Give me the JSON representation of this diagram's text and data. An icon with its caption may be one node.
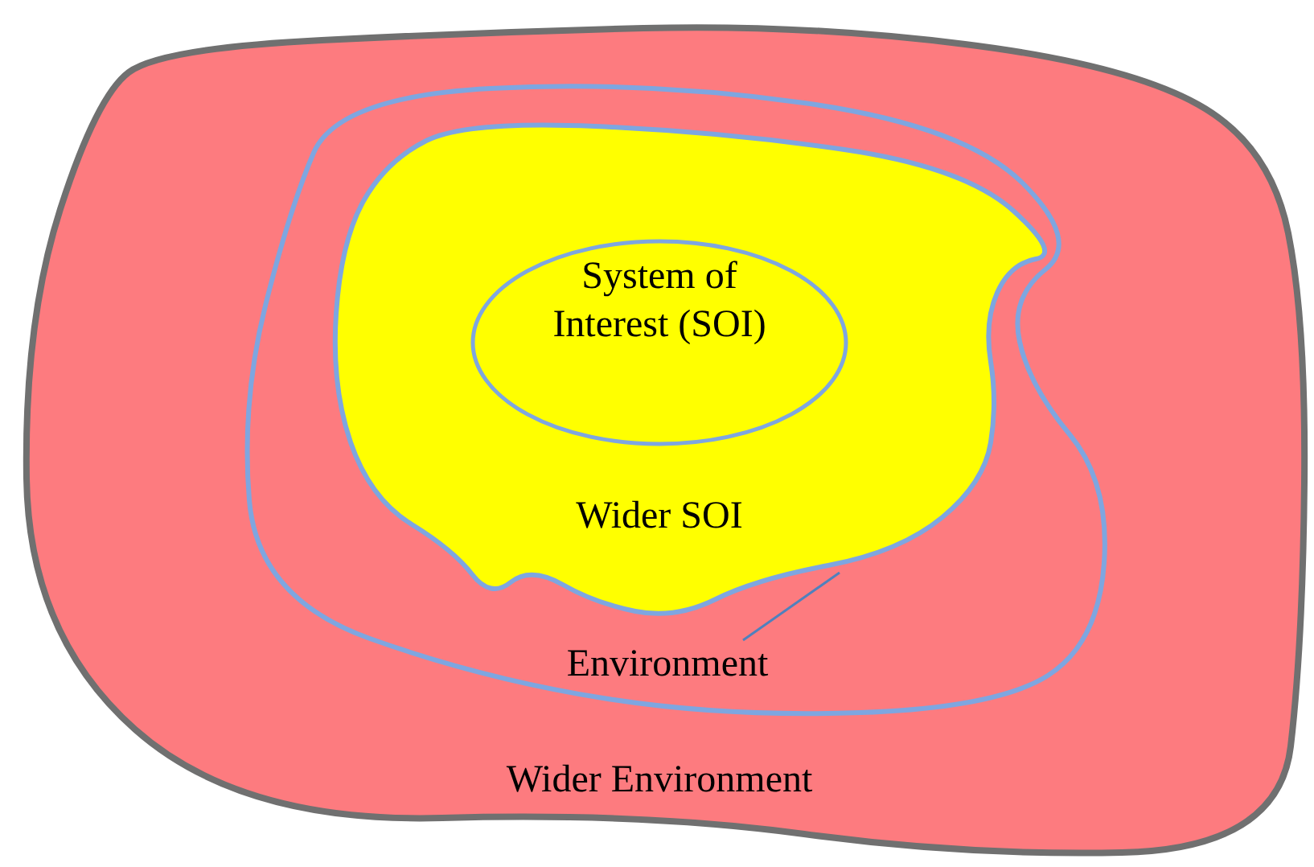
{
  "diagram": {
    "nodes": [
      {
        "text": [
          "Wider Environment"
        ]
      },
      {
        "text": [
          "Environment"
        ],
        "in": 0
      },
      {
        "text": [
          "Wider SOI"
        ],
        "in": 1
      },
      {
        "text": [
          "System of Interest (SOI)"
        ],
        "in": 2
      }
    ],
    "edges": [
      {
        "from": 1,
        "to": 2,
        "arrow": "none"
      }
    ]
  }
}
